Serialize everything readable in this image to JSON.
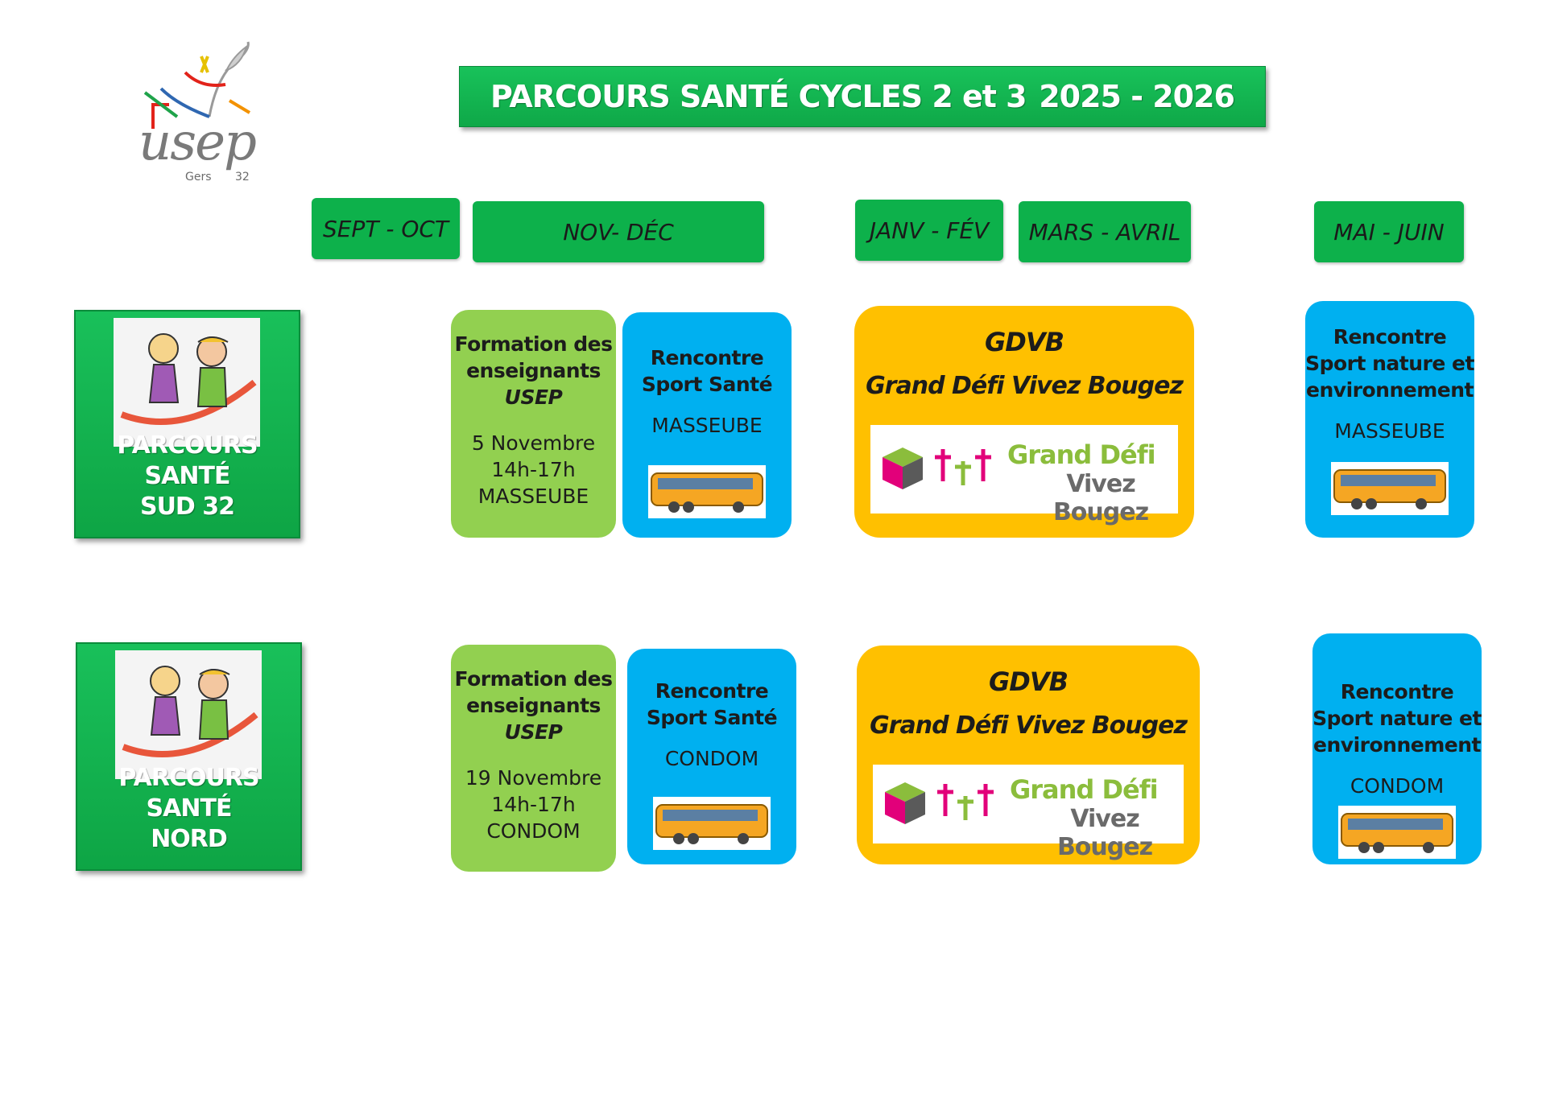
{
  "title": {
    "left": "PARCOURS SANTÉ CYCLES 2 et 3",
    "right": "2025 - 2026"
  },
  "logo": {
    "brand": "usep",
    "region": "Gers",
    "number": "32"
  },
  "periods": [
    "SEPT - OCT",
    "NOV- DÉC",
    "JANV - FÉV",
    "MARS - AVRIL",
    "MAI - JUIN"
  ],
  "rows": [
    {
      "label_l1": "PARCOURS SANTÉ",
      "label_l2": "SUD 32",
      "formation": {
        "l1": "Formation des",
        "l2": "enseignants",
        "l3": "USEP",
        "date": "5 Novembre",
        "time": "14h-17h",
        "place": "MASSEUBE"
      },
      "rencontre1": {
        "l1": "Rencontre",
        "l2": "Sport Santé",
        "place": "MASSEUBE"
      },
      "gdvb": {
        "title": "GDVB",
        "subtitle": "Grand Défi Vivez Bougez",
        "logo1": "Grand Défi",
        "logo2": "Vivez Bougez"
      },
      "rencontre2": {
        "l1": "Rencontre",
        "l2": "Sport nature et",
        "l3": "environnement",
        "place": "MASSEUBE"
      }
    },
    {
      "label_l1": "PARCOURS SANTÉ",
      "label_l2": "NORD",
      "formation": {
        "l1": "Formation des",
        "l2": "enseignants",
        "l3": "USEP",
        "date": "19 Novembre",
        "time": "14h-17h",
        "place": "CONDOM"
      },
      "rencontre1": {
        "l1": "Rencontre",
        "l2": "Sport Santé",
        "place": "CONDOM"
      },
      "gdvb": {
        "title": "GDVB",
        "subtitle": "Grand Défi Vivez Bougez",
        "logo1": "Grand Défi",
        "logo2": "Vivez Bougez"
      },
      "rencontre2": {
        "l1": "Rencontre",
        "l2": "Sport nature et",
        "l3": "environnement",
        "place": "CONDOM"
      }
    }
  ],
  "colors": {
    "green_header": "#0db14b",
    "light_green": "#92d050",
    "blue": "#00b0f0",
    "yellow": "#ffc000"
  }
}
